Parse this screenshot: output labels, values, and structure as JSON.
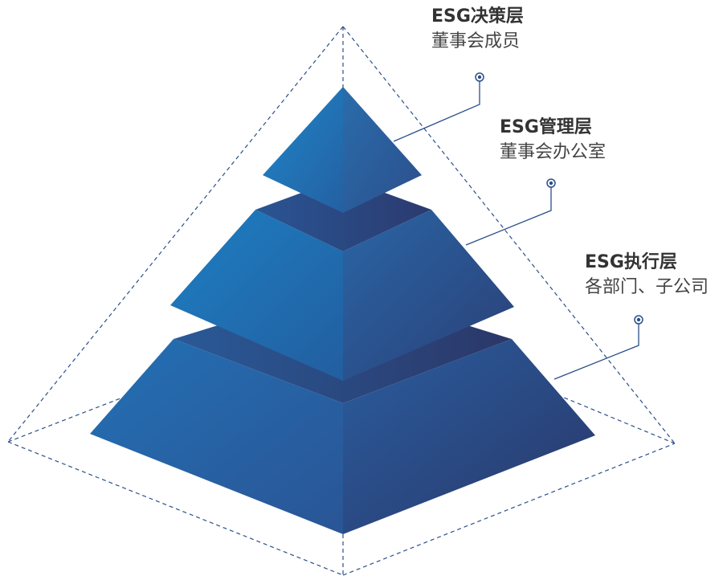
{
  "layers": [
    {
      "id": "top",
      "title": "ESG决策层",
      "subtitle": "董事会成员"
    },
    {
      "id": "mid",
      "title": "ESG管理层",
      "subtitle": "董事会办公室"
    },
    {
      "id": "bot",
      "title": "ESG执行层",
      "subtitle": "各部门、子公司"
    }
  ],
  "colors": {
    "face_light": "#1f7fc0",
    "face_mid": "#2a6aa8",
    "face_dark": "#2b3e74",
    "top_surface": "#2a4a85",
    "dash_line": "#2b4f8a",
    "connector": "#2b4f8a"
  }
}
